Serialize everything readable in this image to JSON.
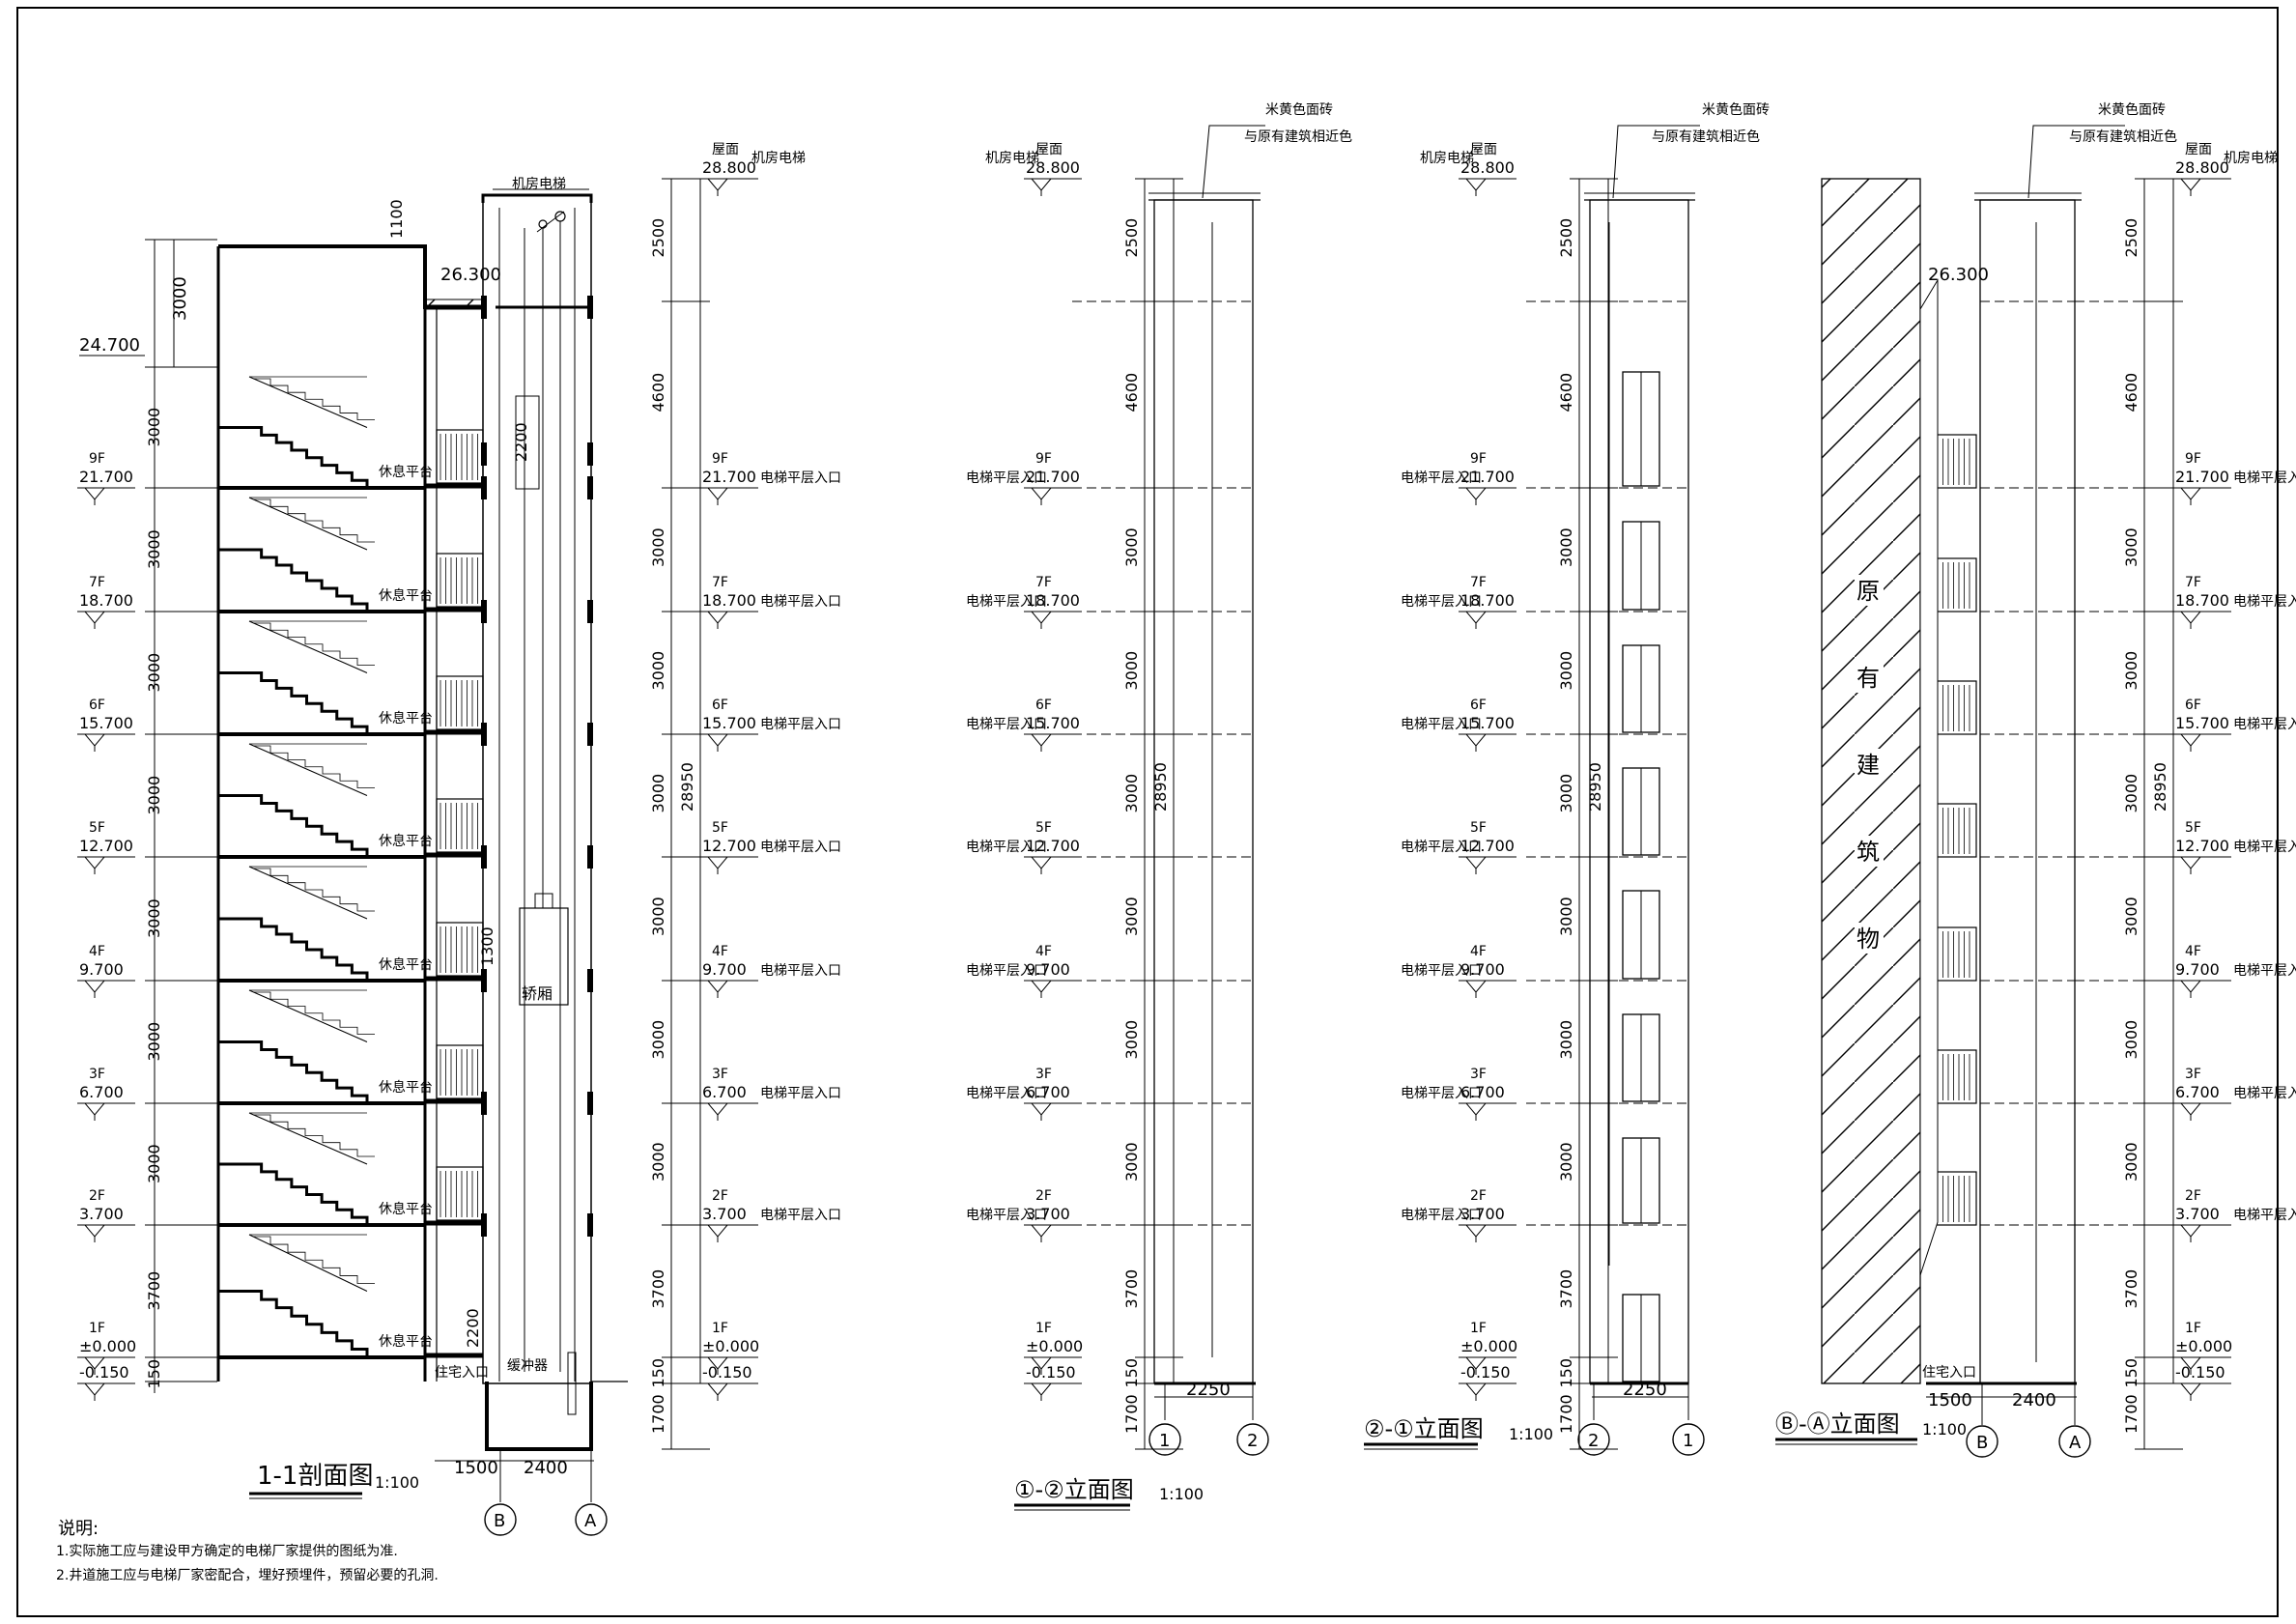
{
  "drawing": {
    "frame_color": "#000000",
    "hatch_color": "#000000"
  },
  "levels": {
    "top": {
      "label": "屋面",
      "elev": "28.800",
      "word": "机房电梯"
    },
    "roof_parapet": {
      "elev": "26.300"
    },
    "stair_top": {
      "elev": "24.700"
    },
    "f9": {
      "label": "9F",
      "elev": "21.700"
    },
    "f7": {
      "label": "7F",
      "elev": "18.700"
    },
    "f6": {
      "label": "6F",
      "elev": "15.700"
    },
    "f5": {
      "label": "5F",
      "elev": "12.700"
    },
    "f4": {
      "label": "4F",
      "elev": "9.700"
    },
    "f3": {
      "label": "3F",
      "elev": "6.700"
    },
    "f2": {
      "label": "2F",
      "elev": "3.700"
    },
    "f1": {
      "label": "1F",
      "elev": "±0.000"
    },
    "ground": {
      "elev": "-0.150"
    }
  },
  "words": {
    "landing": "休息平台",
    "elevator_entry": "电梯平层入口",
    "entry_short": "电梯平层入口",
    "machine_room": "机房电梯",
    "car": "轿厢",
    "buffer": "缓冲器",
    "residence_entry": "住宅入口",
    "existing": [
      "原",
      "有",
      "建",
      "筑",
      "物"
    ],
    "finish_1": "米黄色面砖",
    "finish_2": "与原有建筑相近色"
  },
  "dims": {
    "d3000": "3000",
    "d1100": "1100",
    "d2500": "2500",
    "d4600": "4600",
    "d3700": "3700",
    "d150": "150",
    "d1700": "1700",
    "d2200": "2200",
    "d1500": "1500",
    "d2400": "2400",
    "d2250": "2250",
    "d28950": "28950",
    "d1300": "1300"
  },
  "axes": {
    "a": "A",
    "b": "B",
    "one": "1",
    "two": "2"
  },
  "titles": {
    "section": "1-1剖面图",
    "elev_12": "①-②立面图",
    "elev_21": "②-①立面图",
    "elev_ba": "Ⓑ-Ⓐ立面图",
    "scale": "1:100"
  },
  "notes": {
    "head": "说明:",
    "line1": "1.实际施工应与建设甲方确定的电梯厂家提供的图纸为准.",
    "line2": "2.井道施工应与电梯厂家密配合，埋好预埋件，预留必要的孔洞."
  }
}
